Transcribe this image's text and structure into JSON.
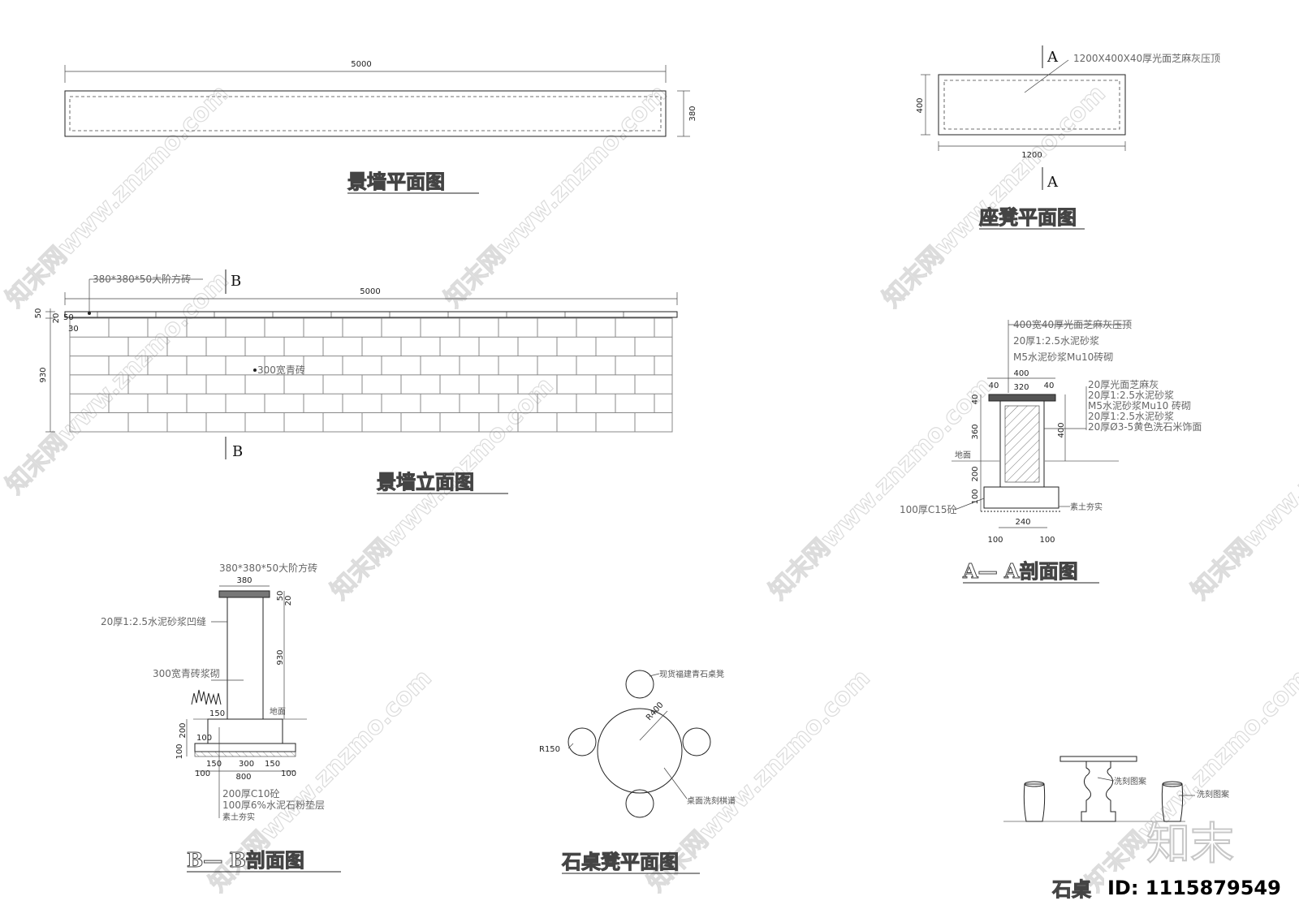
{
  "titles": {
    "wall_plan": "景墙平面图",
    "bench_plan": "座凳平面图",
    "wall_elev": "景墙立面图",
    "section_aa": "A— A剖面图",
    "section_bb": "B— B剖面图",
    "table_plan": "石桌凳平面图",
    "table_elev": "石桌"
  },
  "wall_plan": {
    "length": "5000",
    "width": "380"
  },
  "bench_plan": {
    "section_mark": "A",
    "note": "1200X400X40厚光面芝麻灰压顶",
    "width": "400",
    "length": "1200"
  },
  "wall_elev": {
    "cap_note": "380*380*50大阶方砖",
    "brick_note": "300宽青砖",
    "section_mark": "B",
    "length": "5000",
    "dims": {
      "d50": "50",
      "d20": "20",
      "d50b": "50",
      "d30": "30",
      "d930": "930"
    }
  },
  "section_aa": {
    "notes_top": [
      "400宽40厚光面芝麻灰压顶",
      "20厚1:2.5水泥砂浆",
      "M5水泥砂浆Mu10砖砌"
    ],
    "notes_right": [
      "20厚光面芝麻灰",
      "20厚1:2.5水泥砂浆",
      "M5水泥砂浆Mu10 砖砌",
      "20厚1:2.5水泥砂浆",
      "20厚Ø3-5黄色洗石米饰面"
    ],
    "dim_400": "400",
    "dim_40a": "40",
    "dim_320": "320",
    "dim_40b": "40",
    "dim_40v": "40",
    "dim_360": "360",
    "dim_200": "200",
    "dim_100": "100",
    "dim_400v": "400",
    "ground": "地面",
    "base_note": "100厚C15砼",
    "soil": "素土夯实",
    "dim_240": "240",
    "dim_100a": "100",
    "dim_100b": "100"
  },
  "section_bb": {
    "cap_note": "380*380*50大阶方砖",
    "dim_380": "380",
    "joint_note": "20厚1:2.5水泥砂浆凹缝",
    "brick_note": "300宽青砖浆砌",
    "dim_50": "50",
    "dim_20": "20",
    "dim_930": "930",
    "ground": "地面",
    "dim_150": "150",
    "dim_100": "100",
    "dim_200": "200",
    "dim_100v": "100",
    "dim_150a": "150",
    "dim_300": "300",
    "dim_150b": "150",
    "dim_100a": "100",
    "dim_800": "800",
    "dim_100b": "100",
    "notes_bottom": [
      "200厚C10砼",
      "100厚6%水泥石粉垫层",
      "素土夯实"
    ]
  },
  "table_plan": {
    "stool_note": "现货福建青石桌凳",
    "r400": "R400",
    "r150": "R150",
    "table_note": "桌面洗刻棋谱"
  },
  "table_elev": {
    "pattern_a": "洗刻图案",
    "pattern_b": "洗刻图案"
  },
  "watermark": "知末网www.znzmo.com",
  "logo": "知末",
  "id_label": "ID: 1115879549"
}
